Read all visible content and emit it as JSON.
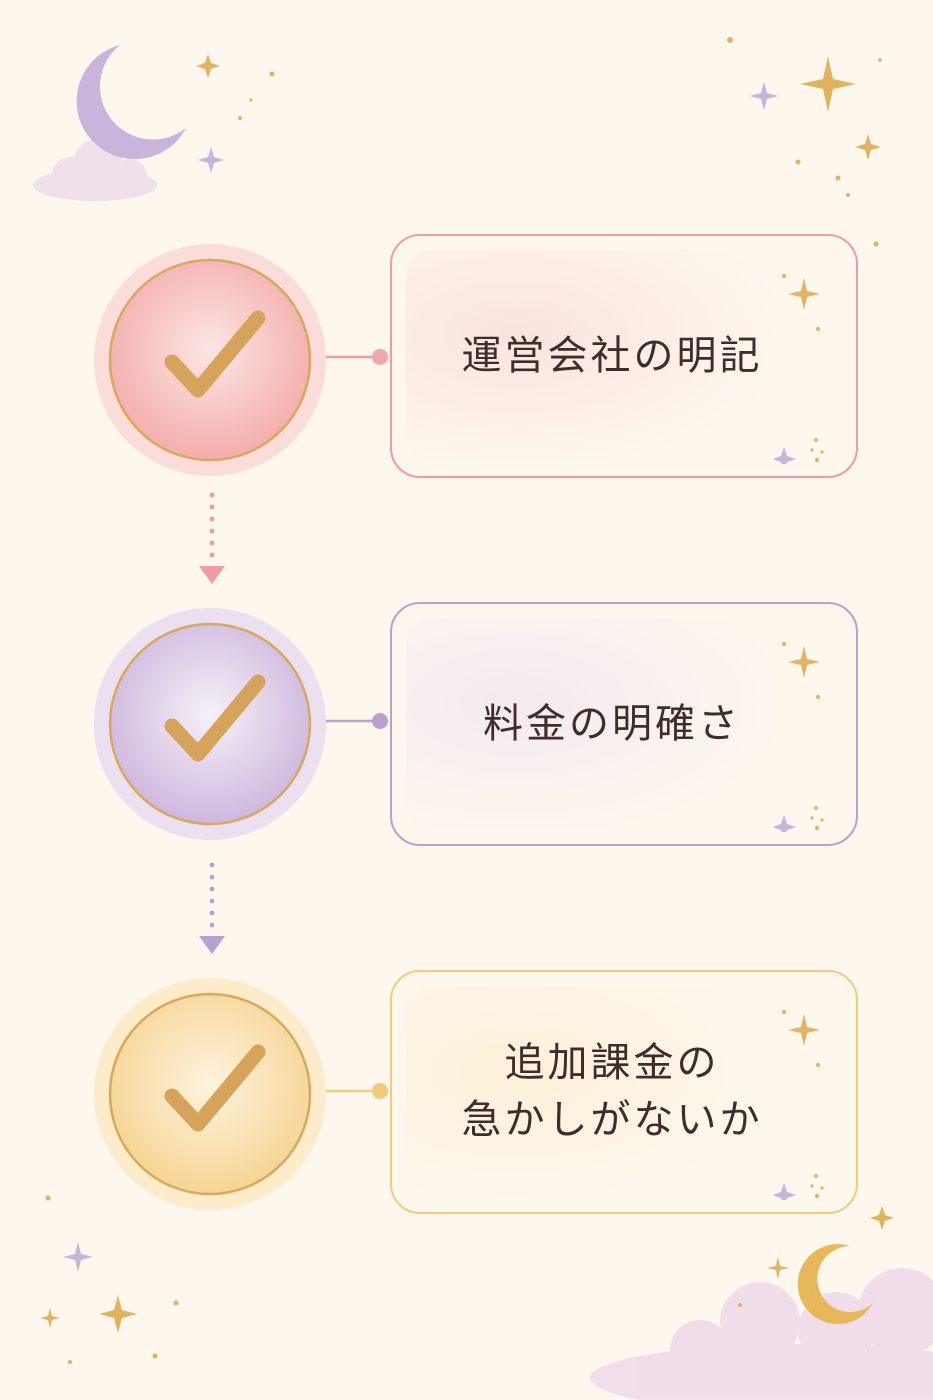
{
  "steps": [
    {
      "label": "運営会社の明記",
      "border_color": "#ef9aa6",
      "circle_outer": "#f9d6d4",
      "circle_inner": "#f5b7b4",
      "wash_color": "#f8d3d0"
    },
    {
      "label": "料金の明確さ",
      "border_color": "#b9a0cf",
      "circle_outer": "#e8dcee",
      "circle_inner": "#d7c4e2",
      "wash_color": "#ecdff0"
    },
    {
      "label": "追加課金の\n急かしがないか",
      "border_color": "#f0cc7e",
      "circle_outer": "#fbeac3",
      "circle_inner": "#f8dc9e",
      "wash_color": "#fcebc6"
    }
  ],
  "colors": {
    "background": "#fdf7ee",
    "gold": "#d9a85a",
    "text": "#3e2d2a",
    "arrow_pink": "#ef9aa6",
    "arrow_purple": "#b9a0cf",
    "star_purple": "#c7b3dc",
    "cloud": "#eedcea"
  },
  "icons": [
    "check-icon",
    "moon-icon",
    "star-icon",
    "sparkle-icon",
    "cloud-icon"
  ]
}
